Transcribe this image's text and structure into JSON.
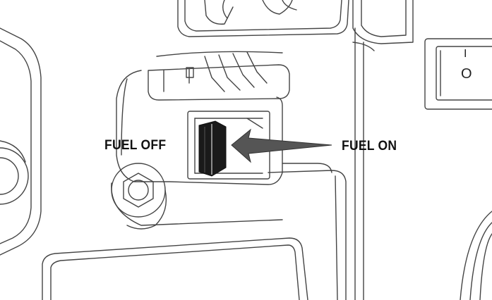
{
  "labels": {
    "fuel_off": "FUEL OFF",
    "fuel_on": "FUEL ON"
  },
  "switch": {
    "on_symbol": "I",
    "off_symbol": "O"
  },
  "colors": {
    "line": "#444444",
    "fill": "#ffffff",
    "lever": "#1a1a1a",
    "arrow": "#555555"
  }
}
